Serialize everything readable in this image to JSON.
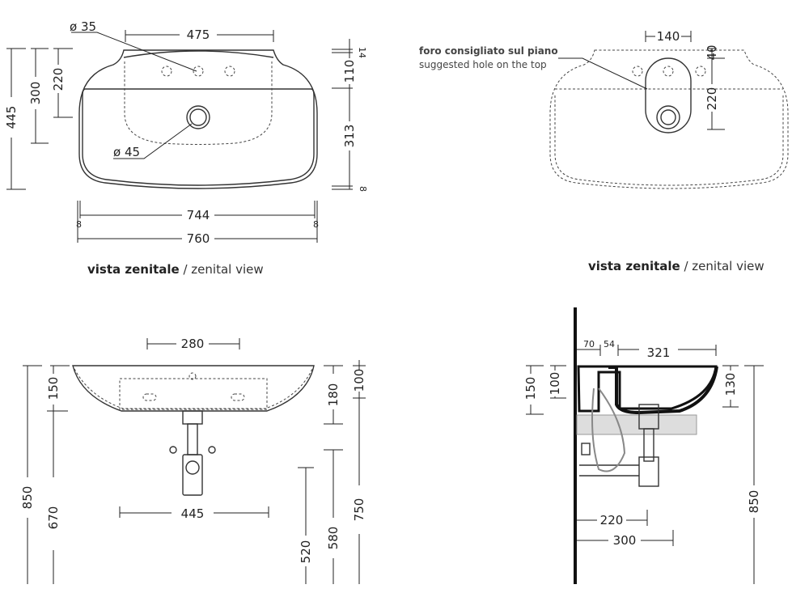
{
  "top_view_left": {
    "dims": [
      "ø 35",
      "475",
      "445",
      "300",
      "220",
      "14",
      "110",
      "313",
      "8",
      "ø 45",
      "744",
      "8",
      "8",
      "760"
    ],
    "caption_bold": "vista zenitale",
    "caption_rest": " / zenital view"
  },
  "top_view_right": {
    "note_bold": "foro consigliato sul piano",
    "note": "suggested hole on the top",
    "dims": [
      "140",
      "40",
      "220"
    ],
    "caption_bold": "vista zenitale",
    "caption_rest": " / zenital view"
  },
  "front_view": {
    "dims": [
      "280",
      "150",
      "180",
      "100",
      "850",
      "670",
      "445",
      "520",
      "580",
      "750"
    ]
  },
  "side_view": {
    "dims": [
      "70",
      "54",
      "321",
      "150",
      "100",
      "130",
      "850",
      "220",
      "300"
    ]
  }
}
